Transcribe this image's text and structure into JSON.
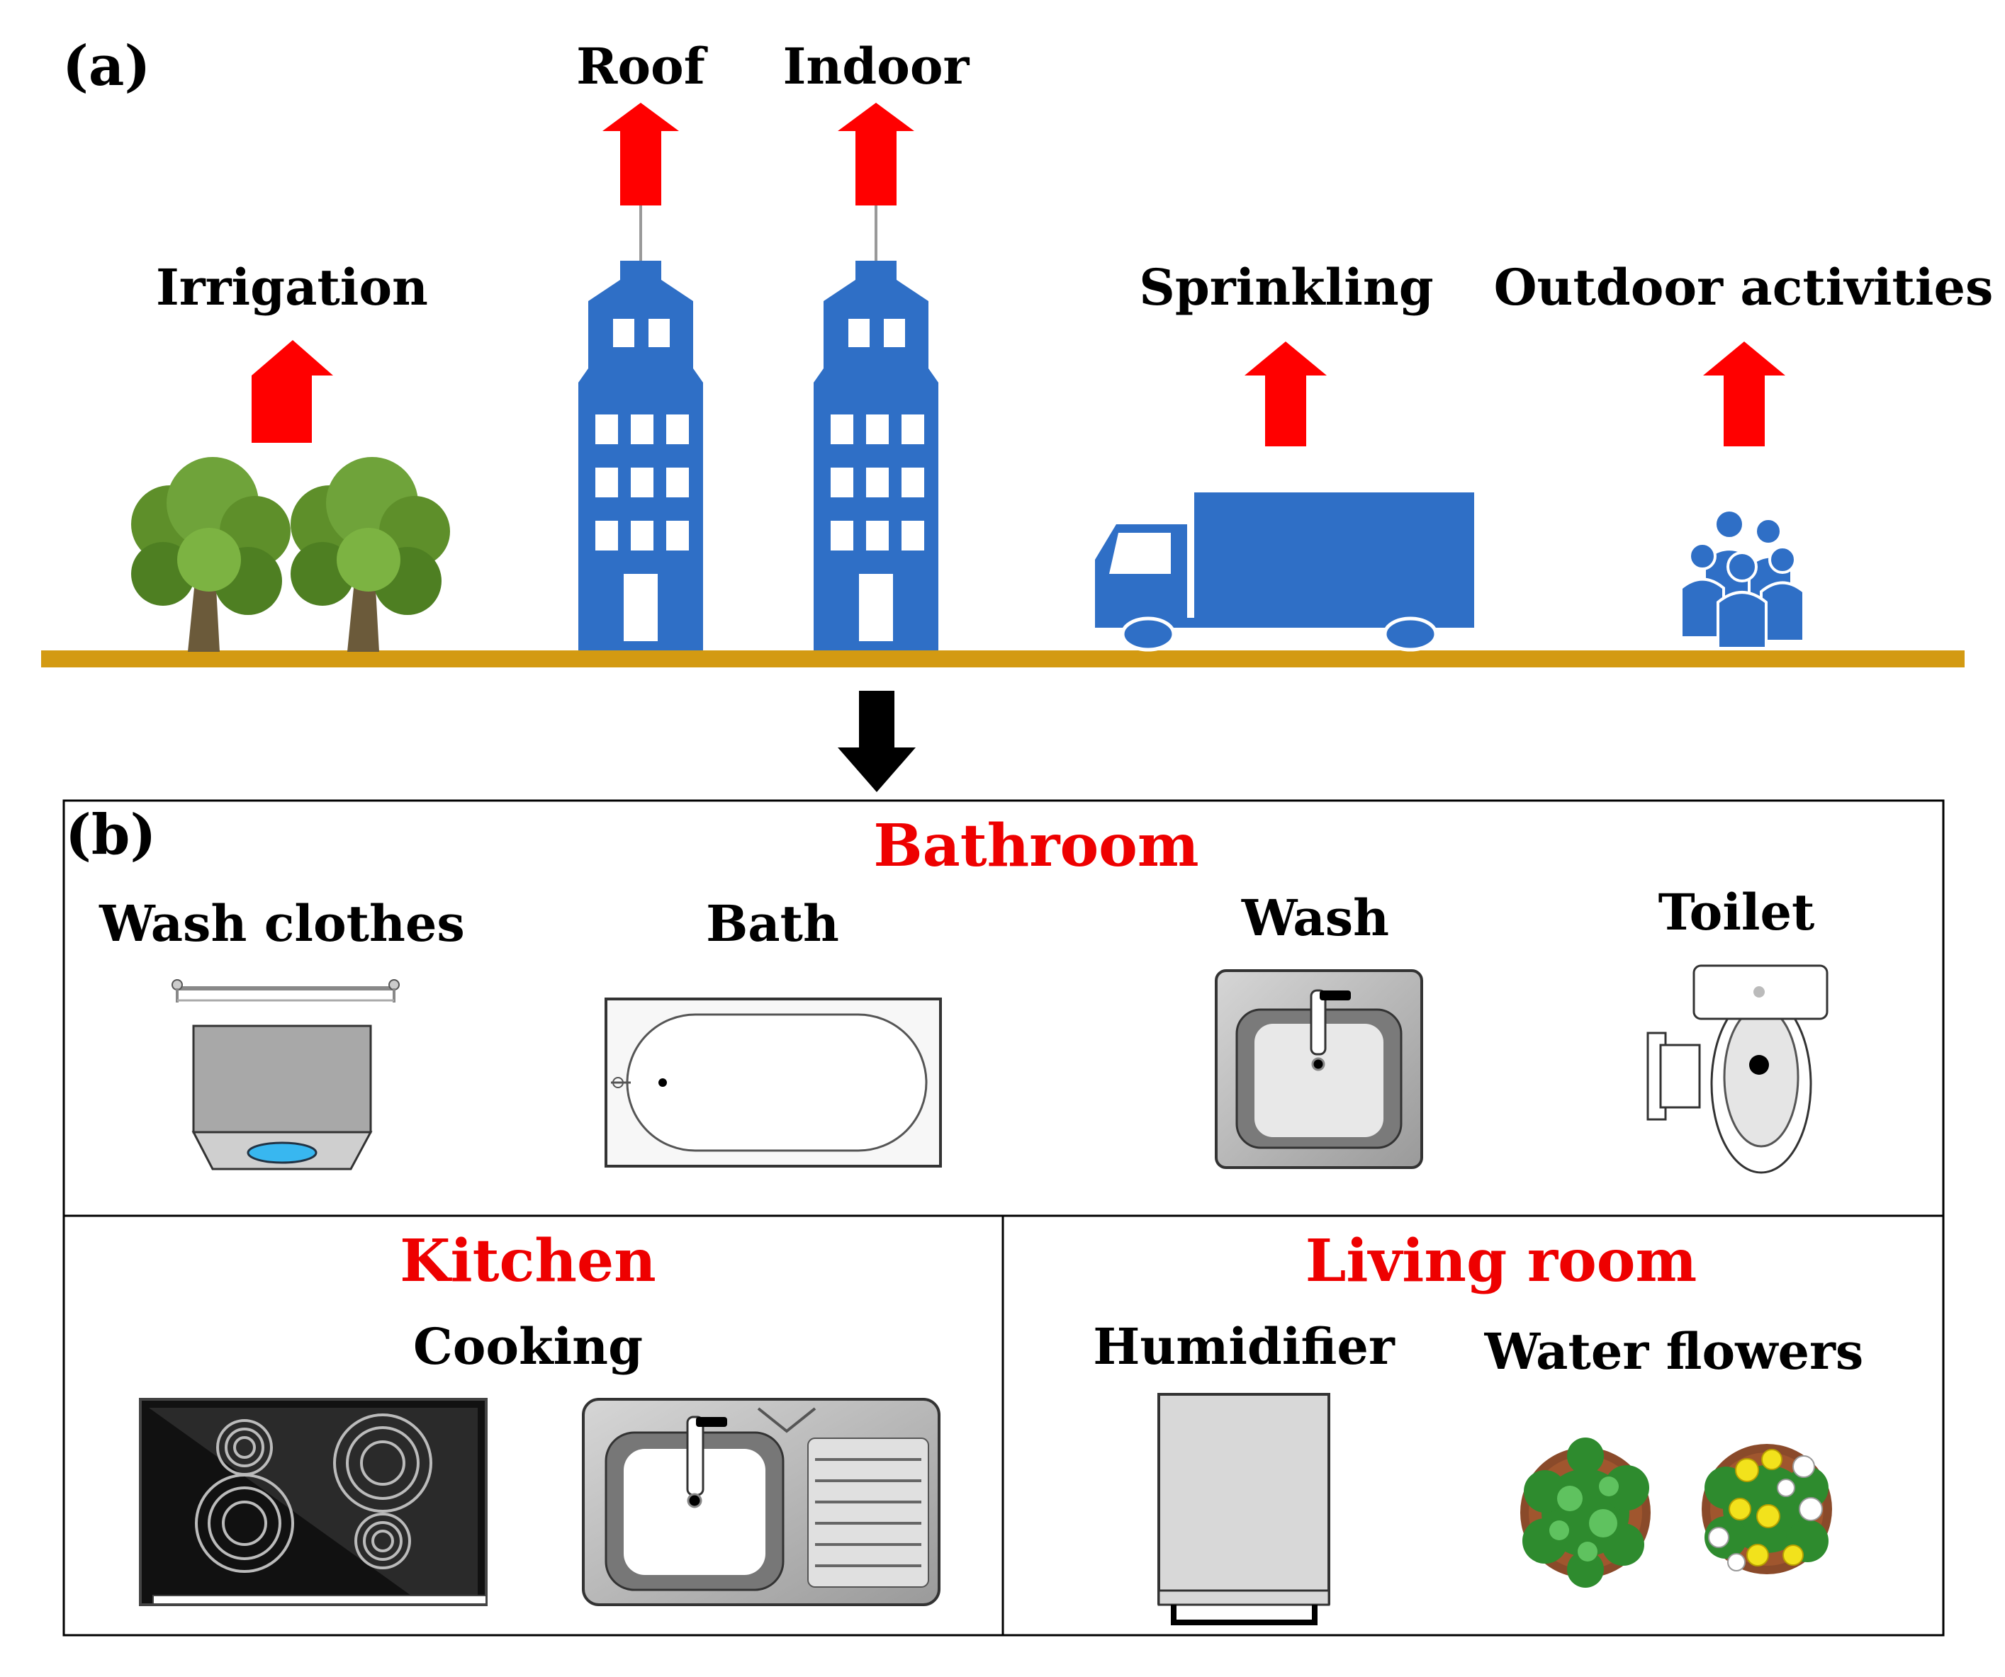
{
  "panel_a": {
    "label": "(a)",
    "uses": {
      "irrigation": "Irrigation",
      "roof": "Roof",
      "indoor": "Indoor",
      "sprinkling": "Sprinkling",
      "outdoor": "Outdoor activities"
    }
  },
  "panel_b": {
    "label": "(b)",
    "bathroom": {
      "title": "Bathroom",
      "items": {
        "wash_clothes": "Wash clothes",
        "bath": "Bath",
        "wash": "Wash",
        "toilet": "Toilet"
      }
    },
    "kitchen": {
      "title": "Kitchen",
      "items": {
        "cooking": "Cooking"
      }
    },
    "living_room": {
      "title": "Living room",
      "items": {
        "humidifier": "Humidifier",
        "water_flowers": "Water flowers"
      }
    }
  },
  "colors": {
    "arrow": "#ff0000",
    "building": "#2f6fc6",
    "ground": "#d39a12",
    "room_title": "#ee0000",
    "tree_foliage": "#5e8f2a",
    "tree_trunk": "#6b5a3a"
  },
  "icons": [
    "tree-icon",
    "building-icon",
    "truck-icon",
    "people-icon",
    "washing-machine-icon",
    "bathtub-icon",
    "sink-icon",
    "toilet-icon",
    "cooktop-icon",
    "kitchen-sink-icon",
    "humidifier-icon",
    "flower-pot-icon"
  ]
}
